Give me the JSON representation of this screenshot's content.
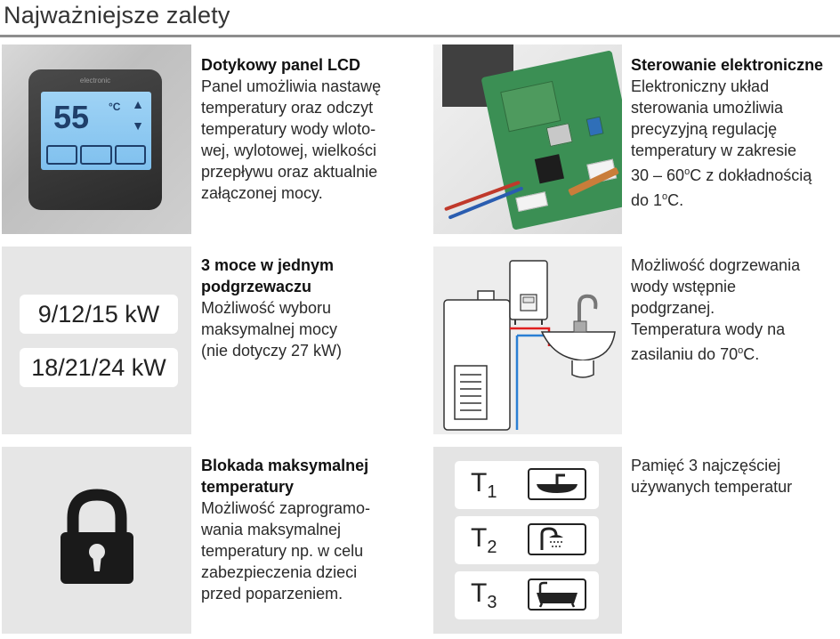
{
  "page": {
    "title": "Najważniejsze zalety"
  },
  "features": {
    "lcd": {
      "heading": "Dotykowy panel LCD",
      "body": "Panel umożliwia nastawę\ntemperatury oraz odczyt\ntemperatury wody wloto-\nwej, wylotowej, wielkości\nprzepływu oraz aktualnie\nzałączonej mocy.",
      "image": {
        "brand": "electronic",
        "temp": "55",
        "unit": "°C",
        "icons": [
          "sink-icon",
          "shower-icon",
          "bathtub-icon"
        ]
      }
    },
    "electronics": {
      "heading": "Sterowanie elektroniczne",
      "body_line1": "Elektroniczny układ",
      "body_line2": "sterowania umożliwia",
      "body_line3": "precyzyjną regulację",
      "body_line4": "temperatury w zakresie",
      "body_line5_pre": "30 – 60",
      "body_line5_sup": "o",
      "body_line5_post": "C z dokładnością",
      "body_line6_pre": "do 1",
      "body_line6_sup": "o",
      "body_line6_post": "C."
    },
    "power": {
      "heading": "3 moce w jednym\npodgrzewaczu",
      "body": "Możliwość wyboru\nmaksymalnej mocy\n(nie dotyczy 27 kW)",
      "image": {
        "option1": "9/12/15 kW",
        "option2": "18/21/24 kW"
      }
    },
    "preheat": {
      "body_line1": "Możliwość dogrzewania",
      "body_line2": "wody wstępnie",
      "body_line3": "podgrzanej.",
      "body_line4": "Temperatura wody na",
      "body_line5_pre": "zasilaniu do 70",
      "body_line5_sup": "o",
      "body_line5_post": "C."
    },
    "lock": {
      "heading": "Blokada maksymalnej\ntemperatury",
      "body": "Możliwość zaprogramo-\nwania maksymalnej\ntemperatury np. w celu\nzabezpieczenia dzieci\nprzed poparzeniem."
    },
    "memory": {
      "body": "Pamięć 3 najczęściej\nużywanych temperatur",
      "image": {
        "slots": [
          {
            "letter": "T",
            "index": "1",
            "icon": "sink-icon"
          },
          {
            "letter": "T",
            "index": "2",
            "icon": "shower-icon"
          },
          {
            "letter": "T",
            "index": "3",
            "icon": "bathtub-icon"
          }
        ]
      }
    }
  },
  "colors": {
    "rule": "#8d8d8d",
    "panel_bg": "#e6e6e6",
    "lcd_screen": "#8fcaf2",
    "pipe_hot": "#e02020",
    "pipe_cold": "#2a7fd4"
  }
}
